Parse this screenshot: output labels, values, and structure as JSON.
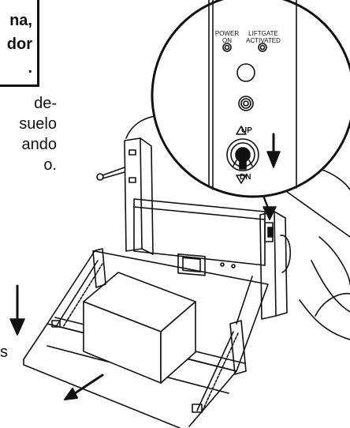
{
  "callout": {
    "lines": [
      "na,",
      "dor",
      "."
    ]
  },
  "instructions": {
    "lines": [
      "de-",
      "suelo",
      "ando",
      "o."
    ]
  },
  "side_text": "s",
  "control_panel": {
    "power_on_label": [
      "POWER",
      "ON"
    ],
    "liftgate_label": [
      "LIFTGATE",
      "ACTIVATED"
    ],
    "switch_up": "UP",
    "switch_down": "DN"
  }
}
